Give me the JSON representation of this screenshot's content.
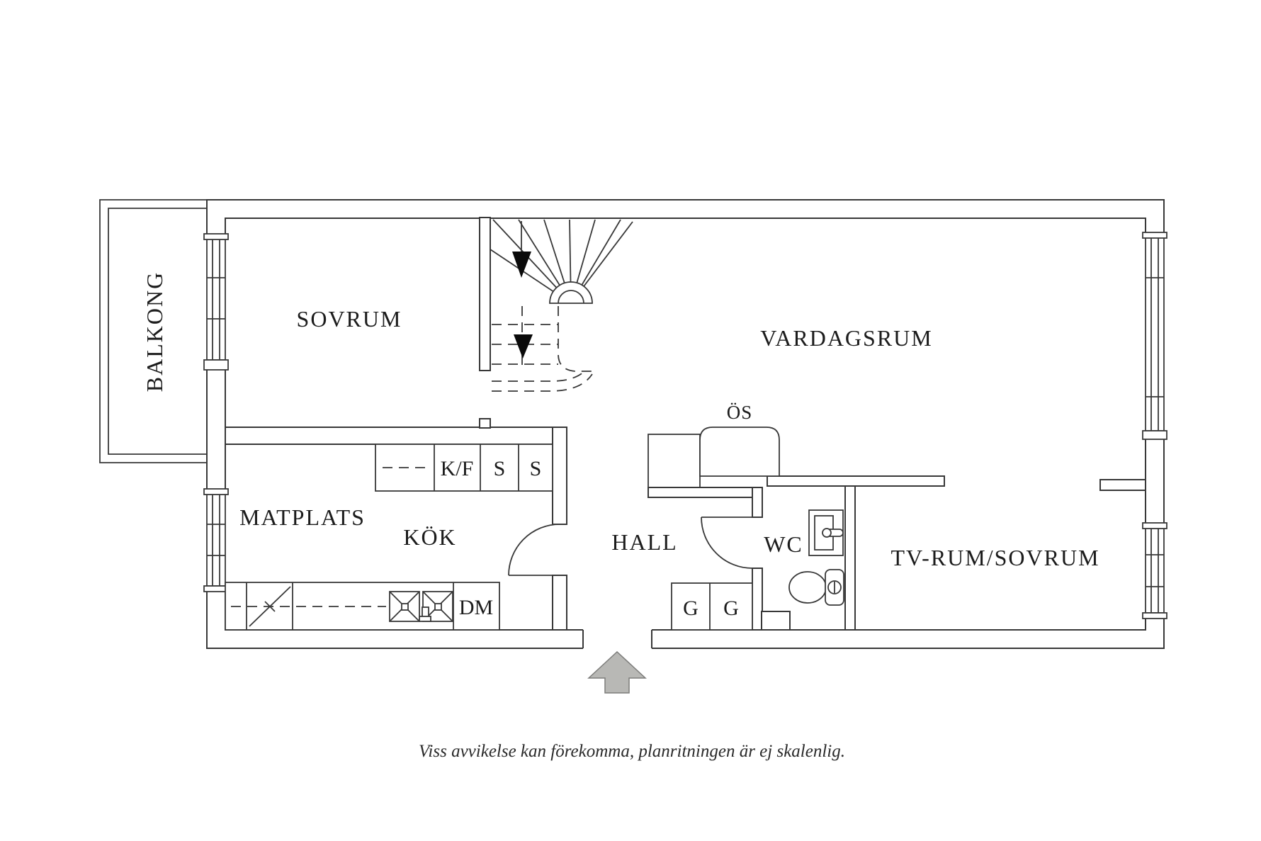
{
  "plan": {
    "rooms": [
      {
        "id": "balkong",
        "label": "BALKONG"
      },
      {
        "id": "sovrum",
        "label": "SOVRUM"
      },
      {
        "id": "vardagsrum",
        "label": "VARDAGSRUM"
      },
      {
        "id": "matplats",
        "label": "MATPLATS"
      },
      {
        "id": "kok",
        "label": "KÖK"
      },
      {
        "id": "hall",
        "label": "HALL"
      },
      {
        "id": "wc",
        "label": "WC"
      },
      {
        "id": "tvrum",
        "label": "TV-RUM/SOVRUM"
      },
      {
        "id": "os",
        "label": "ÖS"
      }
    ],
    "fixtures": {
      "fridge_freezer": "K/F",
      "pantry_1": "S",
      "pantry_2": "S",
      "dishwasher": "DM",
      "wardrobe_1": "G",
      "wardrobe_2": "G"
    },
    "caption": "Viss avvikelse kan förekomma, planritningen är ej skalenlig.",
    "colors": {
      "line": "#383838",
      "text": "#1c1c1c",
      "arrow_fill": "#b8b8b5",
      "arrow_stroke": "#7c7c7a",
      "background": "#ffffff"
    }
  }
}
